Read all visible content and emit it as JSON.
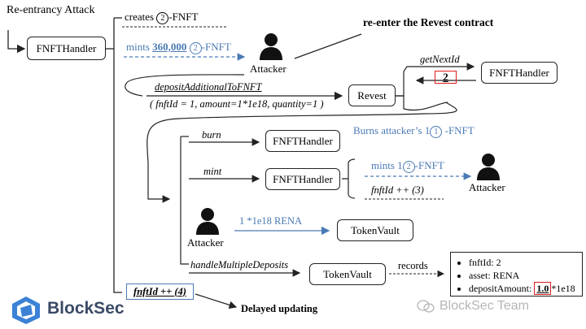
{
  "title": "Re-entrancy Attack",
  "boxes": {
    "fnft_handler_main": "FNFTHandler",
    "fnft_handler_right": "FNFTHandler",
    "revest": "Revest",
    "fnft_handler_burn": "FNFTHandler",
    "fnft_handler_mint": "FNFTHandler",
    "token_vault_mid": "TokenVault",
    "token_vault_bottom": "TokenVault"
  },
  "labels": {
    "creates_prefix": "creates ",
    "creates_circ": "2",
    "creates_suffix": "-FNFT",
    "mints_prefix": "mints ",
    "mints_amount": "360,000",
    "mints_circ": "2",
    "mints_suffix": "-FNFT",
    "reenter": "re-enter the Revest contract",
    "get_next_id": "getNextId",
    "next_id_value": "2",
    "deposit_call": "depositAdditionalToFNFT",
    "deposit_args": "( fnftId = 1, amount=1*1e18, quantity=1 )",
    "burn": "burn",
    "burns_prefix": "Burns attacker’s 1",
    "burns_circ": "1",
    "burns_suffix": " -FNFT",
    "mint": "mint",
    "mints1_prefix": "mints 1",
    "mints1_circ": "2",
    "mints1_suffix": "-FNFT",
    "fnftid_inc3": "fnftId ++ (3)",
    "rena_transfer": "1 *1e18 RENA",
    "handle_multiple": "handleMultipleDeposits",
    "records": "records",
    "fnftid_inc4": "fnftId ++ (4)",
    "delayed": "Delayed updating"
  },
  "attackers": {
    "top": "Attacker",
    "mint": "Attacker",
    "rena": "Attacker"
  },
  "record_info": {
    "fnft_id": "fnftId: 2",
    "asset": "asset: RENA",
    "deposit_prefix": "depositAmount: ",
    "deposit_value": "1.0",
    "deposit_suffix": "*1e18"
  },
  "brand": {
    "logo_text": "BlockSec",
    "watermark": "BlockSec Team"
  },
  "colors": {
    "title_red": "#e01b1b",
    "arrow_blue": "#4a7ab5",
    "logo_blue": "#3b82d6",
    "text_dark": "#000000"
  }
}
